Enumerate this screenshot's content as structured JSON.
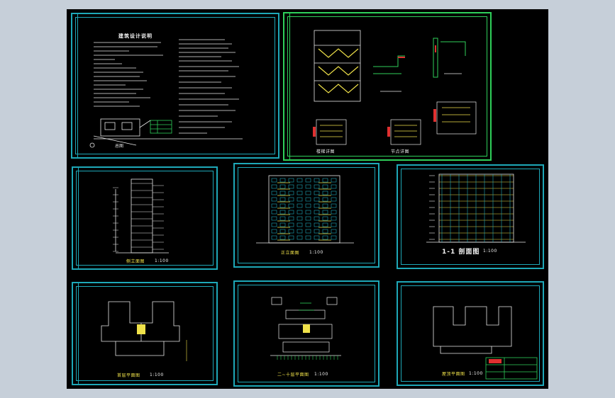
{
  "sheets": {
    "notes": {
      "title": "建筑设计说明"
    },
    "details": {
      "label_a": "楼梯详图",
      "label_b": "节点详图"
    },
    "side_elevation": {
      "caption": "侧立面图",
      "scale": "1:100"
    },
    "front_elevation": {
      "caption": "正立面图",
      "scale": "1:100"
    },
    "section": {
      "caption": "1-1 剖面图",
      "scale": "1:100"
    },
    "ground_plan": {
      "caption": "首层平面图",
      "scale": "1:100"
    },
    "typical_plan": {
      "caption": "二~十层平面图",
      "scale": "1:100"
    },
    "roof_plan": {
      "caption": "屋顶平面图",
      "scale": "1:100"
    }
  },
  "colors": {
    "background": "#c6cfd9",
    "canvas": "#000000",
    "frame": "#1ea8b8",
    "frame_active": "#2fd05a",
    "linework": "#e8e8e8",
    "accent": "#f0e24a",
    "highlight": "#e03030"
  }
}
